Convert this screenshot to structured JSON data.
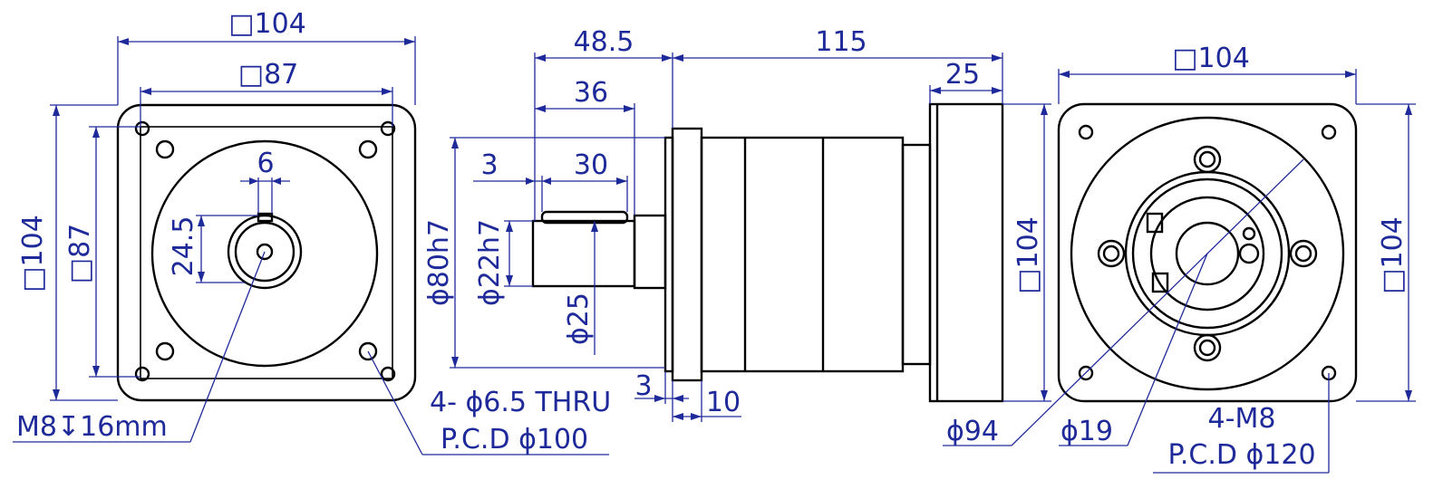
{
  "colors": {
    "outline": "#000000",
    "dimension": "#1f2a9a",
    "background": "#ffffff"
  },
  "views": {
    "input_view": {
      "overall_square": "□104",
      "inner_square": "□87",
      "overall_square_side": "□104",
      "inner_square_side": "□87",
      "key_width": "6",
      "shaft_height": "24.5",
      "thread_note": "M8↧16mm",
      "hole_note_1": "4- ϕ6.5 THRU",
      "hole_note_2": "P.C.D ϕ100"
    },
    "side_view": {
      "shaft_length": "48.5",
      "key_length_total": "36",
      "key_offset": "3",
      "key_length": "30",
      "body_length": "115",
      "flange_thickness": "25",
      "pilot_diameter": "ϕ80h7",
      "shaft_diameter": "ϕ22h7",
      "shoulder_diameter": "ϕ25",
      "pilot_depth": "3",
      "flange_width": "10",
      "output_square": "□104"
    },
    "output_view": {
      "overall_square": "□104",
      "overall_square_side": "□104",
      "outer_diameter": "ϕ94",
      "bore_diameter": "ϕ19",
      "tap_note_1": "4-M8",
      "tap_note_2": "P.C.D ϕ120"
    }
  }
}
